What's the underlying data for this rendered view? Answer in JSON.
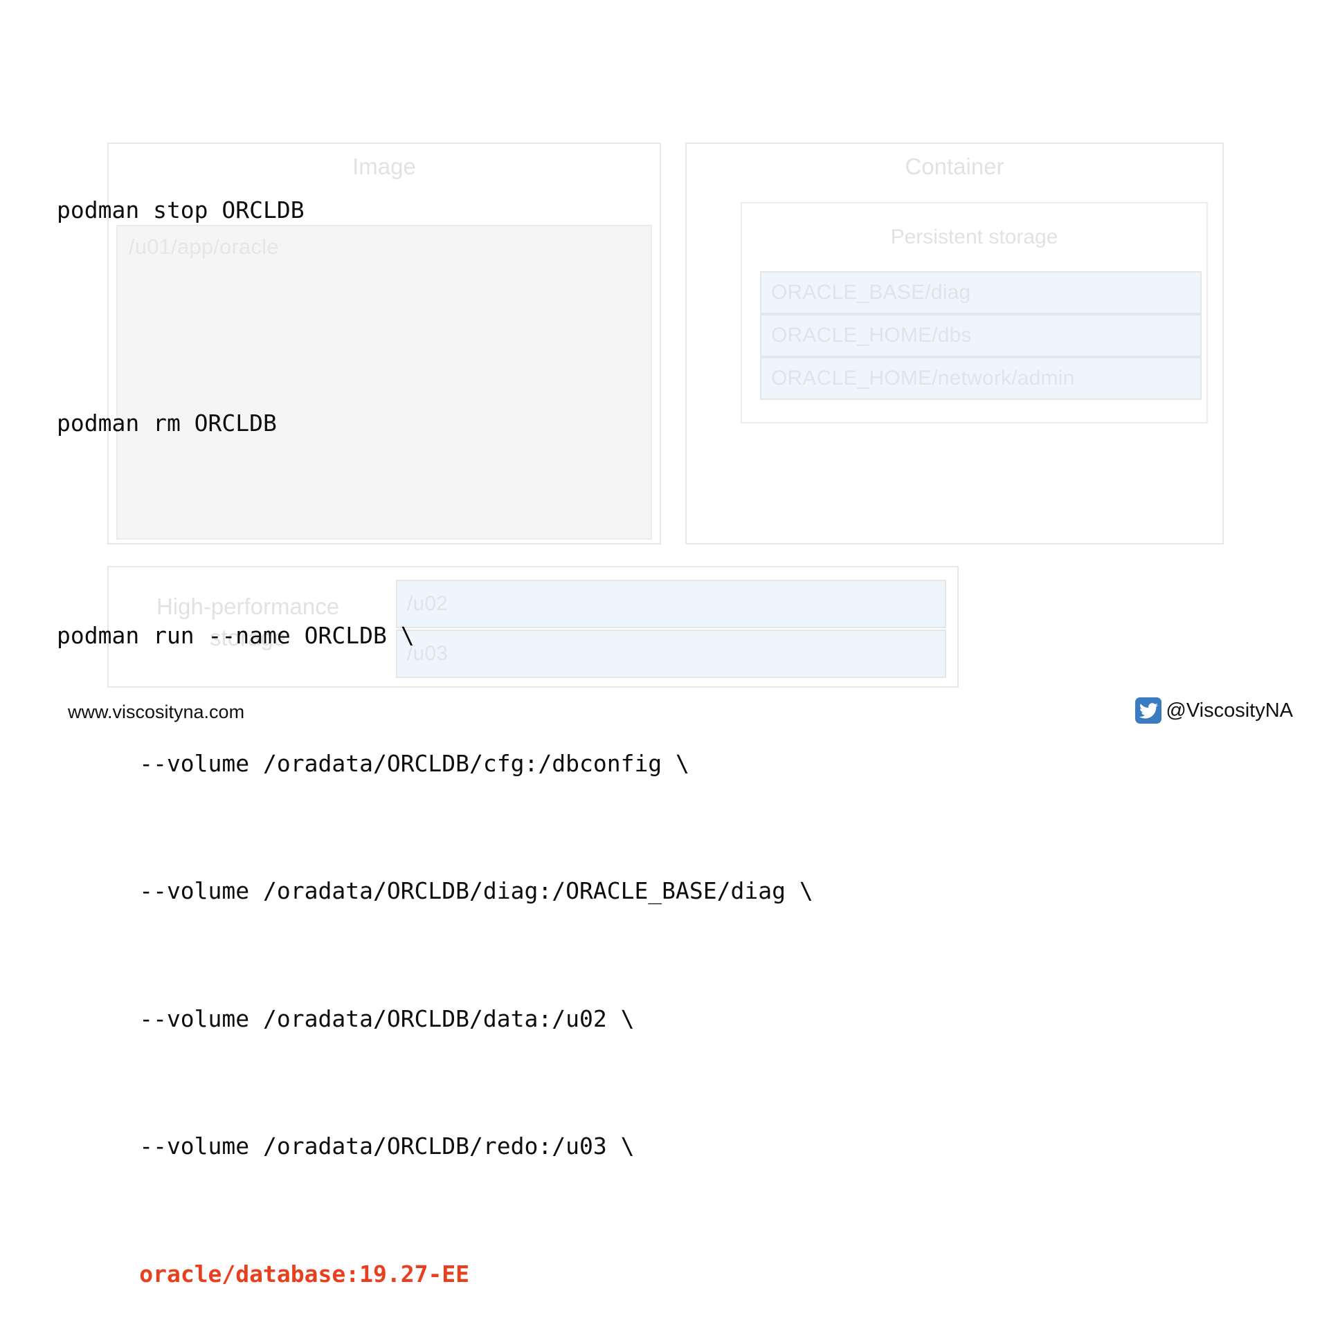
{
  "slide": {
    "background_color": "#ffffff",
    "accent_color": "#e8401f"
  },
  "diagram": {
    "image_panel": {
      "title": "Image",
      "mount": "/u01/app/oracle"
    },
    "container_panel": {
      "title": "Container",
      "persistent_storage": {
        "title": "Persistent storage",
        "items": [
          "ORACLE_BASE/diag",
          "ORACLE_HOME/dbs",
          "ORACLE_HOME/network/admin"
        ]
      }
    },
    "high_performance_storage": {
      "label": "High-performance storage",
      "items": [
        "/u02",
        "/u03"
      ]
    }
  },
  "command": {
    "lines": [
      "podman stop ORCLDB",
      "",
      "podman rm ORCLDB",
      "",
      "podman run --name ORCLDB \\",
      "      --volume /oradata/ORCLDB/cfg:/dbconfig \\",
      "      --volume /oradata/ORCLDB/diag:/ORACLE_BASE/diag \\",
      "      --volume /oradata/ORCLDB/data:/u02 \\",
      "      --volume /oradata/ORCLDB/redo:/u03 \\"
    ],
    "image_tag_indent": "      ",
    "image_tag": "oracle/database:19.27-EE"
  },
  "footer": {
    "website": "www.viscosityna.com",
    "handle": "@ViscosityNA",
    "social_icon": "twitter-icon",
    "social_icon_color": "#3b7bbf"
  }
}
